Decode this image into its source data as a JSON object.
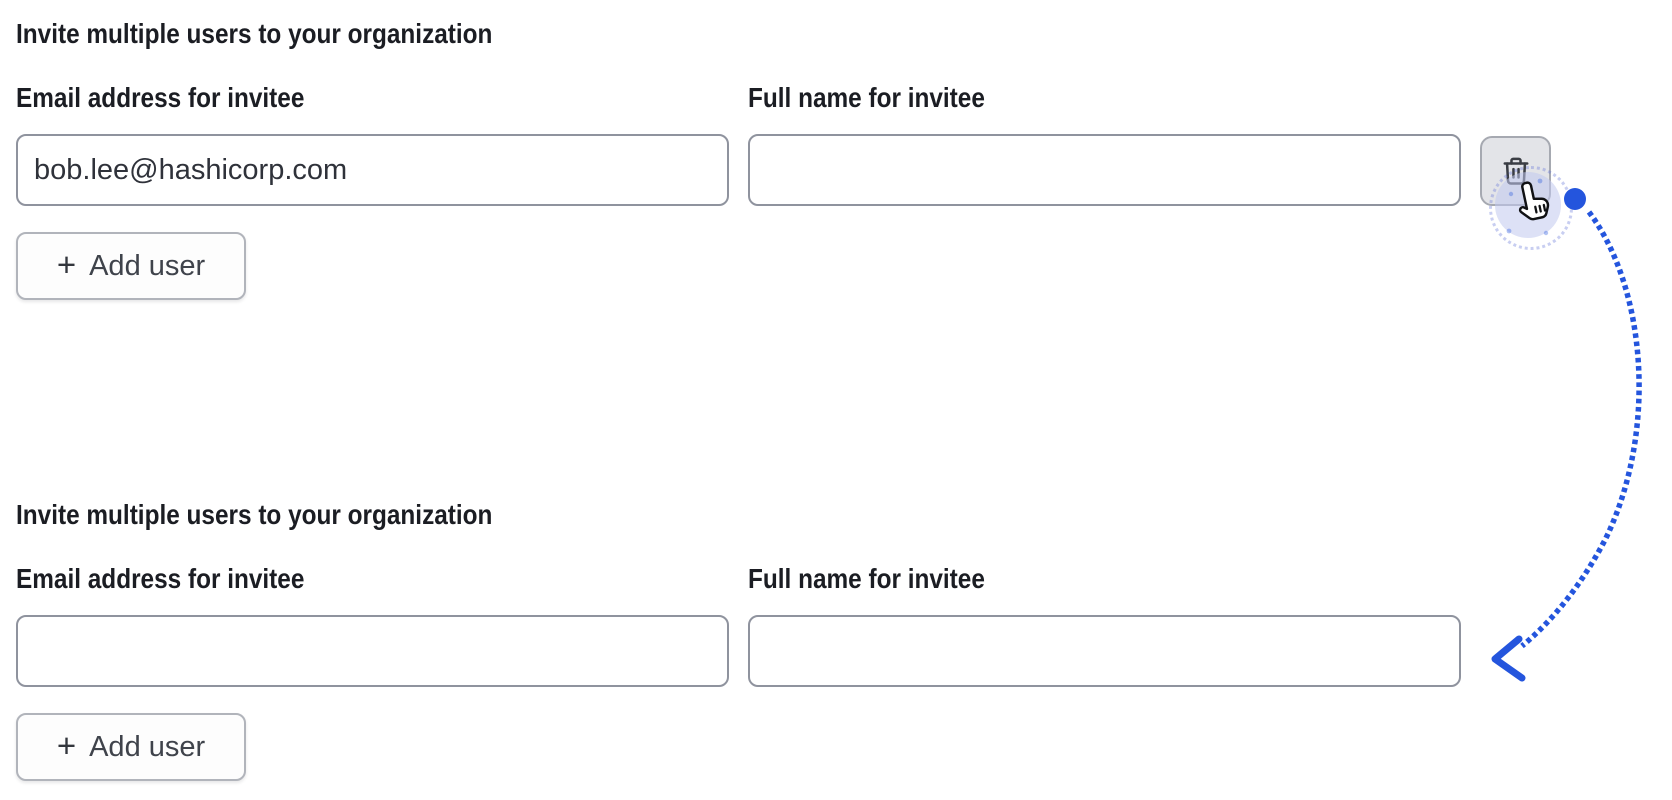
{
  "colors": {
    "annotation_blue": "#2455dd",
    "text_primary": "#1b1d23",
    "button_text": "#3f434b",
    "input_border": "#8f939e",
    "trash_button_bg": "#e3e4e8",
    "click_halo": "#c1c8ee"
  },
  "icons": {
    "delete": "trash-icon",
    "add": "plus-icon",
    "cursor": "hand-pointer-icon",
    "arrow": "dotted-arrow-annotation"
  },
  "sections": [
    {
      "heading": "Invite multiple users to your organization",
      "fields": [
        {
          "label": "Email address for invitee",
          "value": "bob.lee@hashicorp.com"
        },
        {
          "label": "Full name for invitee",
          "value": ""
        }
      ],
      "add_user": {
        "plus": "+",
        "label": "Add user"
      }
    },
    {
      "heading": "Invite multiple users to your organization",
      "fields": [
        {
          "label": "Email address for invitee",
          "value": ""
        },
        {
          "label": "Full name for invitee",
          "value": ""
        }
      ],
      "add_user": {
        "plus": "+",
        "label": "Add user"
      }
    }
  ]
}
